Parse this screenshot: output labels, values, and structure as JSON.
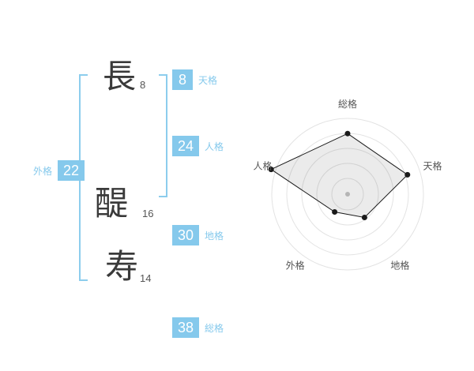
{
  "ui": {
    "accent_color": "#85c9ec",
    "text_color": "#3a3a3a",
    "ring_color": "#e3e3e3"
  },
  "name": {
    "characters": [
      {
        "char": "長",
        "strokes": "8"
      },
      {
        "char": "醍",
        "strokes": "16"
      },
      {
        "char": "寿",
        "strokes": "14"
      }
    ],
    "tenkaku": {
      "value": "8",
      "label": "天格"
    },
    "jinkaku": {
      "value": "24",
      "label": "人格"
    },
    "chikaku": {
      "value": "30",
      "label": "地格"
    },
    "gaikaku": {
      "value": "22",
      "label": "外格"
    },
    "soukaku": {
      "value": "38",
      "label": "総格"
    }
  },
  "chart_data": {
    "type": "radar",
    "axes": [
      "総格",
      "天格",
      "地格",
      "外格",
      "人格"
    ],
    "values": [
      80,
      83,
      38,
      29,
      106
    ],
    "max": 100,
    "rings": [
      96,
      77,
      58,
      39,
      20
    ],
    "start_angle_deg": -90,
    "clockwise": true,
    "fill": "rgba(0,0,0,0.08)",
    "stroke": "#1a1a1a",
    "label_color": "#555555"
  }
}
